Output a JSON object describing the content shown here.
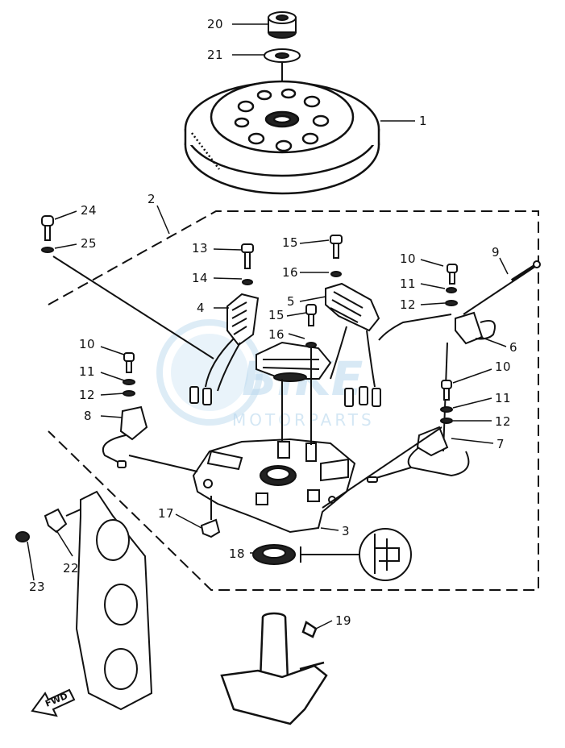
{
  "watermark": {
    "main": "BIKE",
    "sub": "MOTORPARTS"
  },
  "fwd_label": "FWD",
  "callouts": [
    "20",
    "21",
    "1",
    "2",
    "24",
    "25",
    "13",
    "14",
    "4",
    "15",
    "16",
    "5",
    "15",
    "16",
    "10",
    "11",
    "12",
    "9",
    "6",
    "10",
    "11",
    "12",
    "8",
    "10",
    "11",
    "12",
    "7",
    "17",
    "3",
    "18",
    "19",
    "22",
    "23"
  ]
}
